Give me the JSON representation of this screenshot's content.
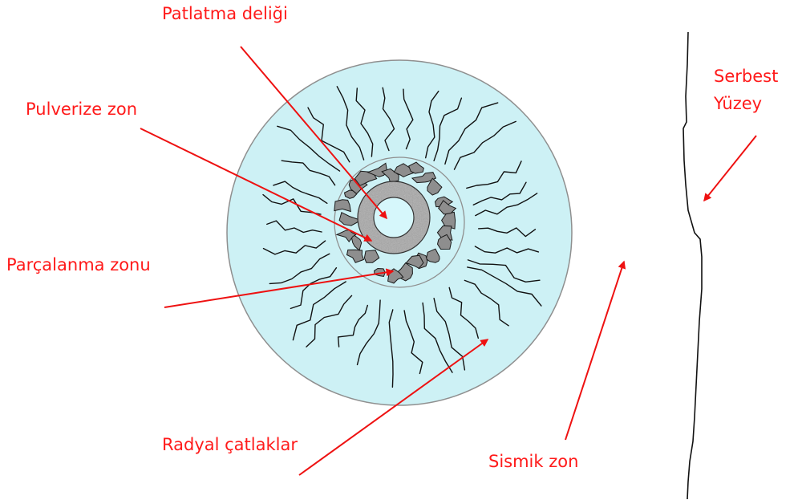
{
  "labels": {
    "blast_hole": "Patlatma deliği",
    "pulverized_zone": "Pulverize zon",
    "fragmentation_zone": "Parçalanma zonu",
    "radial_cracks": "Radyal çatlaklar",
    "seismic_zone": "Sismik zon",
    "free_surface_line1": "Serbest",
    "free_surface_line2": "Yüzey"
  },
  "colors": {
    "label_red": "#ff1a1a",
    "arrow_red": "#ee1111",
    "seismic_fill": "#cdf1f5",
    "outline_gray": "#8f8f8f",
    "fragment_fill": "#8e8e8e",
    "pulverized_fill": "#a7a7a7",
    "hole_fill": "#d6f7fb",
    "crack_black": "#111111"
  },
  "icons": {
    "arrowhead": "red-arrowhead"
  }
}
